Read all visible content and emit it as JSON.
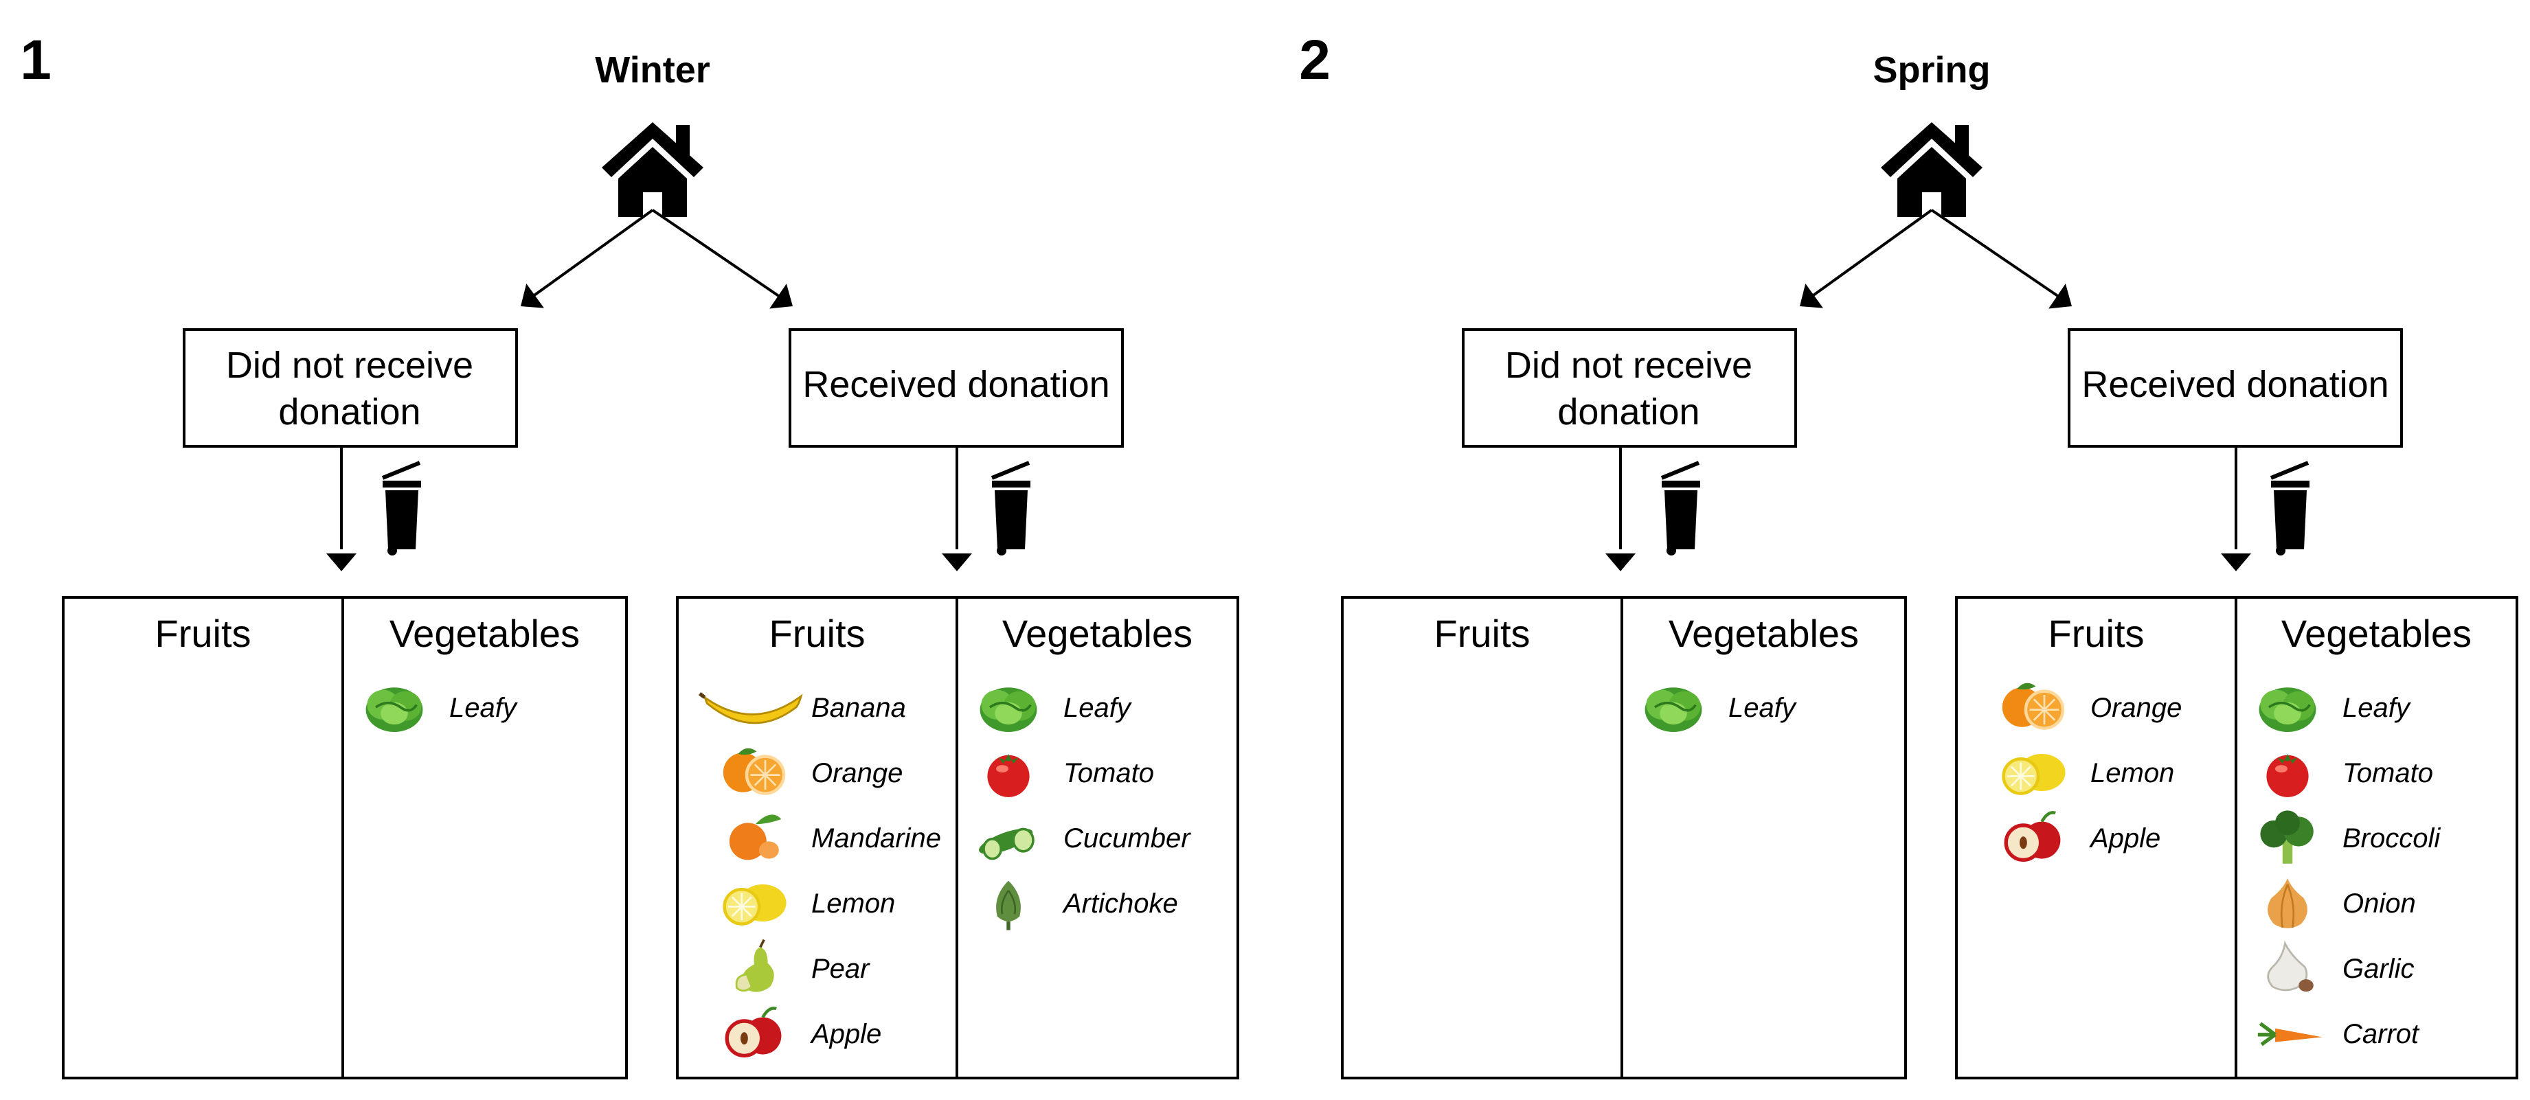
{
  "panels": [
    {
      "number": "1",
      "season": "Winter",
      "no_donation_label": [
        "Did not receive",
        "donation"
      ],
      "donation_label": "Received donation",
      "no_donation": {
        "fruits_header": "Fruits",
        "vegetables_header": "Vegetables",
        "fruits": [],
        "vegetables": [
          {
            "label": "Leafy",
            "icon": "lettuce-icon"
          }
        ]
      },
      "donation": {
        "fruits_header": "Fruits",
        "vegetables_header": "Vegetables",
        "fruits": [
          {
            "label": "Banana",
            "icon": "banana-icon"
          },
          {
            "label": "Orange",
            "icon": "orange-icon"
          },
          {
            "label": "Mandarine",
            "icon": "mandarine-icon"
          },
          {
            "label": "Lemon",
            "icon": "lemon-icon"
          },
          {
            "label": "Pear",
            "icon": "pear-icon"
          },
          {
            "label": "Apple",
            "icon": "apple-icon"
          }
        ],
        "vegetables": [
          {
            "label": "Leafy",
            "icon": "lettuce-icon"
          },
          {
            "label": "Tomato",
            "icon": "tomato-icon"
          },
          {
            "label": "Cucumber",
            "icon": "cucumber-icon"
          },
          {
            "label": "Artichoke",
            "icon": "artichoke-icon"
          }
        ]
      }
    },
    {
      "number": "2",
      "season": "Spring",
      "no_donation_label": [
        "Did not receive",
        "donation"
      ],
      "donation_label": "Received donation",
      "no_donation": {
        "fruits_header": "Fruits",
        "vegetables_header": "Vegetables",
        "fruits": [],
        "vegetables": [
          {
            "label": "Leafy",
            "icon": "lettuce-icon"
          }
        ]
      },
      "donation": {
        "fruits_header": "Fruits",
        "vegetables_header": "Vegetables",
        "fruits": [
          {
            "label": "Orange",
            "icon": "orange-icon"
          },
          {
            "label": "Lemon",
            "icon": "lemon-icon"
          },
          {
            "label": "Apple",
            "icon": "apple-icon"
          }
        ],
        "vegetables": [
          {
            "label": "Leafy",
            "icon": "lettuce-icon"
          },
          {
            "label": "Tomato",
            "icon": "tomato-icon"
          },
          {
            "label": "Broccoli",
            "icon": "broccoli-icon"
          },
          {
            "label": "Onion",
            "icon": "onion-icon"
          },
          {
            "label": "Garlic",
            "icon": "garlic-icon"
          },
          {
            "label": "Carrot",
            "icon": "carrot-icon"
          }
        ]
      }
    }
  ]
}
